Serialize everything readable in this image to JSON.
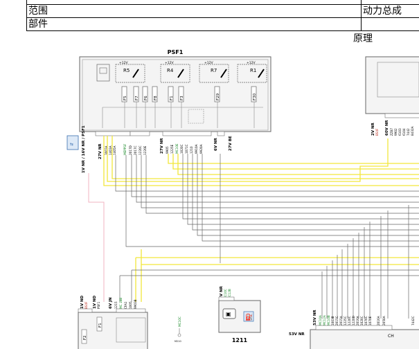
{
  "header": {
    "row1_left": "范围",
    "row1_right": "动力总成",
    "row2_left": "部件",
    "principle": "原理"
  },
  "diagram": {
    "psf1_title": "PSF1",
    "psf1_volts": [
      "+12V",
      "+12V",
      "+12V",
      "+12V"
    ],
    "relays": [
      "R5",
      "R4",
      "R7",
      "R1"
    ],
    "fuses": [
      "F5",
      "F7",
      "F6",
      "F8",
      "F1",
      "F3",
      "F29",
      "F30"
    ],
    "conn1": "1V NR / 16V NR / PSF1",
    "conn2": "27V NR",
    "conn3": "27V NR",
    "conn4": "6V NR",
    "conn5": "27V BE",
    "conn6": "2V NR",
    "conn7": "60V NR",
    "wires_group1": [
      "3003A",
      "1403A",
      "1405A",
      "MEPPSF",
      "2017D",
      "2017C",
      "1220C",
      "1220E"
    ],
    "wires_group2": [
      "9905",
      "1225E",
      "MC10E",
      "1020C",
      "1071C",
      "1210",
      "9910A",
      "9920A"
    ],
    "wires_right": [
      "BSI/F",
      "ZZ87",
      "9902",
      "6103",
      "6104",
      "7442",
      "8432A"
    ],
    "bottom_left_conn": "1V ND",
    "bottom_left_conn_b": "1V ND",
    "bottom_left_conn_c": "6V JN",
    "bottom_left_w1": "BSI/F",
    "bottom_left_w2": "PSF1",
    "bottom_left_w3": [
      "1215",
      "MC 18B",
      "CFA1",
      "1005",
      "9903B"
    ],
    "bottom_f1": "F1",
    "bottom_f2": "F2",
    "mc10c": "MC10C",
    "m210": "M210",
    "comp_1211_conn": "6V NR",
    "comp_1211_w": [
      "MC10C",
      "MC12B"
    ],
    "comp_1211": "1211",
    "cmm_conn": "53V NR",
    "cmm_conn2": "53V NR",
    "cmm_wires": [
      "MC10A",
      "MC12A",
      "MC10B",
      "1003B",
      "2015C",
      "2015A",
      "1225C",
      "1220C",
      "1220D",
      "2016A",
      "1020C",
      "1070C",
      "1070E",
      "2016A",
      "2050A",
      "7442C"
    ],
    "cmm_label": "CH"
  }
}
